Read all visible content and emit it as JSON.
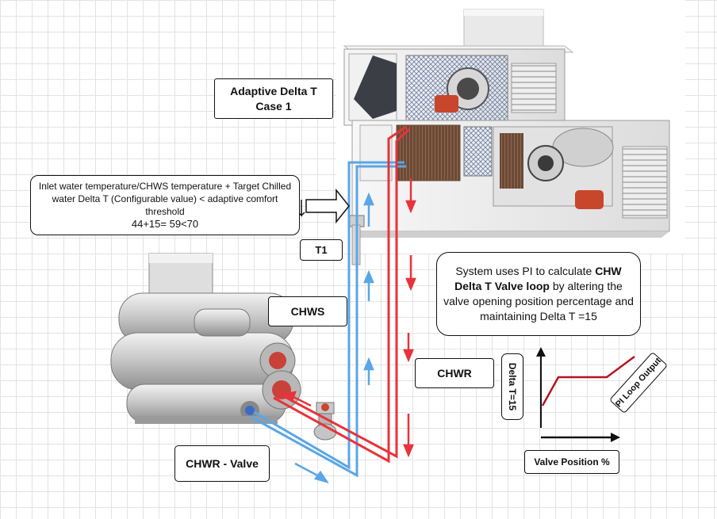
{
  "title": {
    "line1": "Adaptive Delta T",
    "line2": "Case 1"
  },
  "formula": {
    "line1": "Inlet water temperature/CHWS temperature + Target Chilled",
    "line2": "water Delta T (Configurable value) < adaptive comfort",
    "line3": "threshold",
    "line4": "44+15= 59<70"
  },
  "labels": {
    "t1": "T1",
    "chws": "CHWS",
    "chwr": "CHWR",
    "chwr_valve": "CHWR - Valve"
  },
  "pi_note": {
    "pre": "System uses PI to calculate ",
    "bold": "CHW Delta T Valve loop",
    "post": " by altering the valve opening position percentage and maintaining Delta T =15"
  },
  "graph": {
    "y_label": "Delta T=15",
    "x_label": "Valve Position %",
    "series_label": "PI Loop Output"
  },
  "colors": {
    "supply": "#5aa6e6",
    "return": "#e8333a",
    "curve": "#b0171f"
  }
}
